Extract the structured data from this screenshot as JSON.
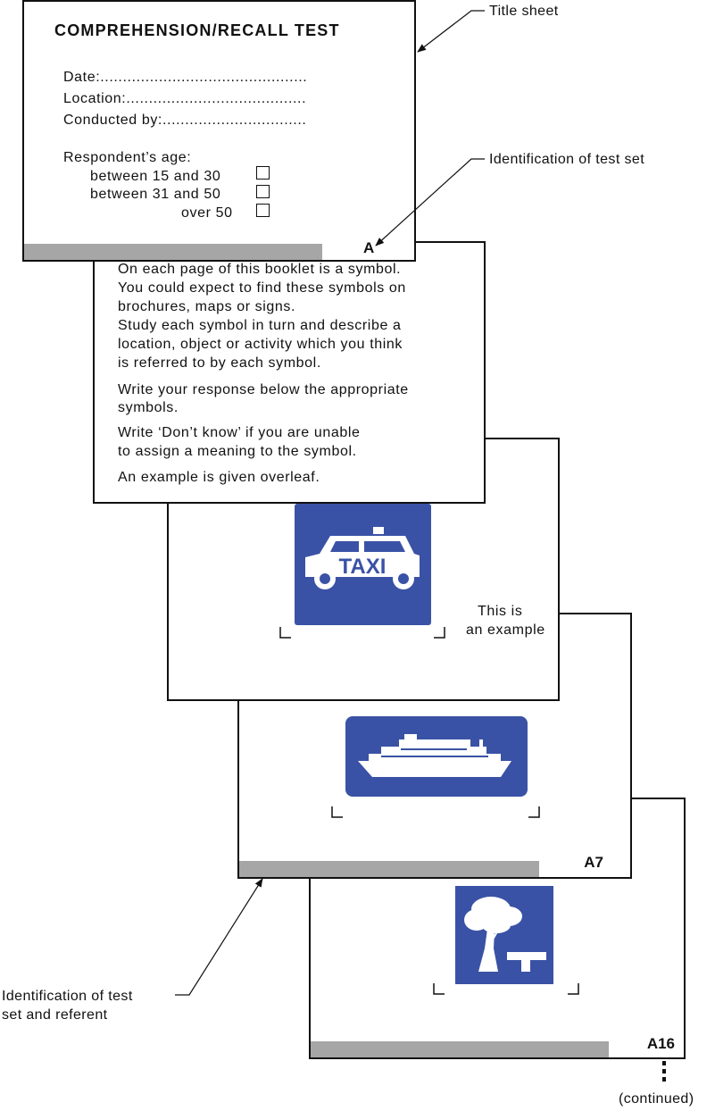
{
  "title_sheet": {
    "heading": "COMPREHENSION/RECALL TEST",
    "date_line": "Date:..............................................",
    "location_line": "Location:........................................",
    "conducted_line": "Conducted by:................................",
    "age_label": "Respondent’s age:",
    "age_options": [
      "between 15 and 30",
      "between 31 and 50",
      "over 50"
    ],
    "code": "A"
  },
  "instruction_sheet": {
    "lines": [
      "On each page of this booklet is a symbol.",
      "You could expect to find these symbols on",
      "brochures, maps or signs.",
      "Study each symbol in turn and describe a",
      "location, object or activity which you think",
      "is referred to by each symbol.",
      "Write your response below the appropriate",
      "symbols.",
      "Write ‘Don’t know’ if you are unable",
      "to assign a meaning to the symbol.",
      "An example is given overleaf."
    ]
  },
  "example_sheet": {
    "symbol_text": "TAXI",
    "note_line1": "This is",
    "note_line2": "an example"
  },
  "sheet_a7": {
    "code": "A7"
  },
  "sheet_a16": {
    "code": "A16"
  },
  "annotations": {
    "title_sheet": "Title sheet",
    "test_set": "Identification of test set",
    "referent_line1": "Identification of test",
    "referent_line2": "set and referent",
    "continued": "(continued)"
  },
  "colors": {
    "symbol_blue": "#3a52a5",
    "bar_grey": "#a6a6a6"
  }
}
